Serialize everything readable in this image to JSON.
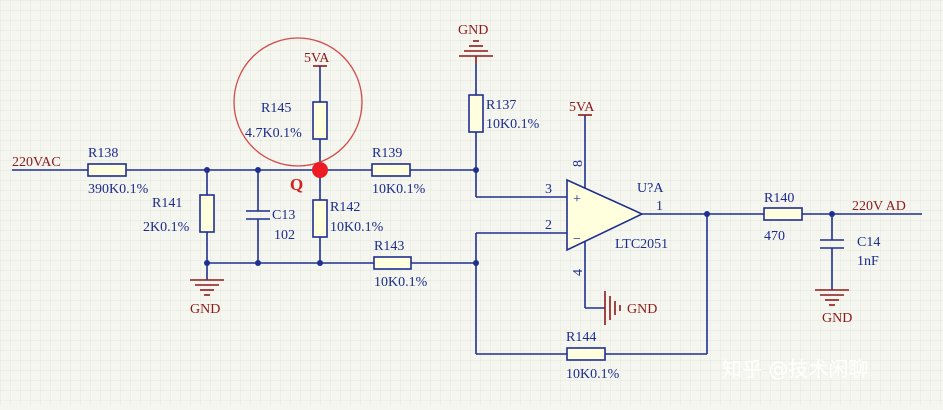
{
  "diagram": {
    "nets": {
      "input": "220VAC",
      "output": "220V  AD",
      "supply_top": "5VA",
      "supply_amp": "5VA",
      "gnd_left": "GND",
      "gnd_top": "GND",
      "gnd_amp": "GND",
      "gnd_right": "GND"
    },
    "components": {
      "r138": {
        "ref": "R138",
        "value": "390K0.1%"
      },
      "r141": {
        "ref": "R141",
        "value": "2K0.1%"
      },
      "c13": {
        "ref": "C13",
        "value": "102"
      },
      "r145": {
        "ref": "R145",
        "value": "4.7K0.1%"
      },
      "r142": {
        "ref": "R142",
        "value": "10K0.1%"
      },
      "r139": {
        "ref": "R139",
        "value": "10K0.1%"
      },
      "r143": {
        "ref": "R143",
        "value": "10K0.1%"
      },
      "r137": {
        "ref": "R137",
        "value": "10K0.1%"
      },
      "r144": {
        "ref": "R144",
        "value": "10K0.1%"
      },
      "r140": {
        "ref": "R140",
        "value": "470"
      },
      "c14": {
        "ref": "C14",
        "value": "1nF"
      }
    },
    "opamp": {
      "ref": "U?A",
      "part": "LTC2051",
      "pin_noninv": "3",
      "pin_inv": "2",
      "pin_out": "1",
      "pin_vcc": "8",
      "pin_gnd": "4",
      "plus_sign": "+",
      "minus_sign": "−"
    },
    "annotation": {
      "node_label": "Q"
    },
    "watermark": "知乎 @技术闲聊"
  }
}
